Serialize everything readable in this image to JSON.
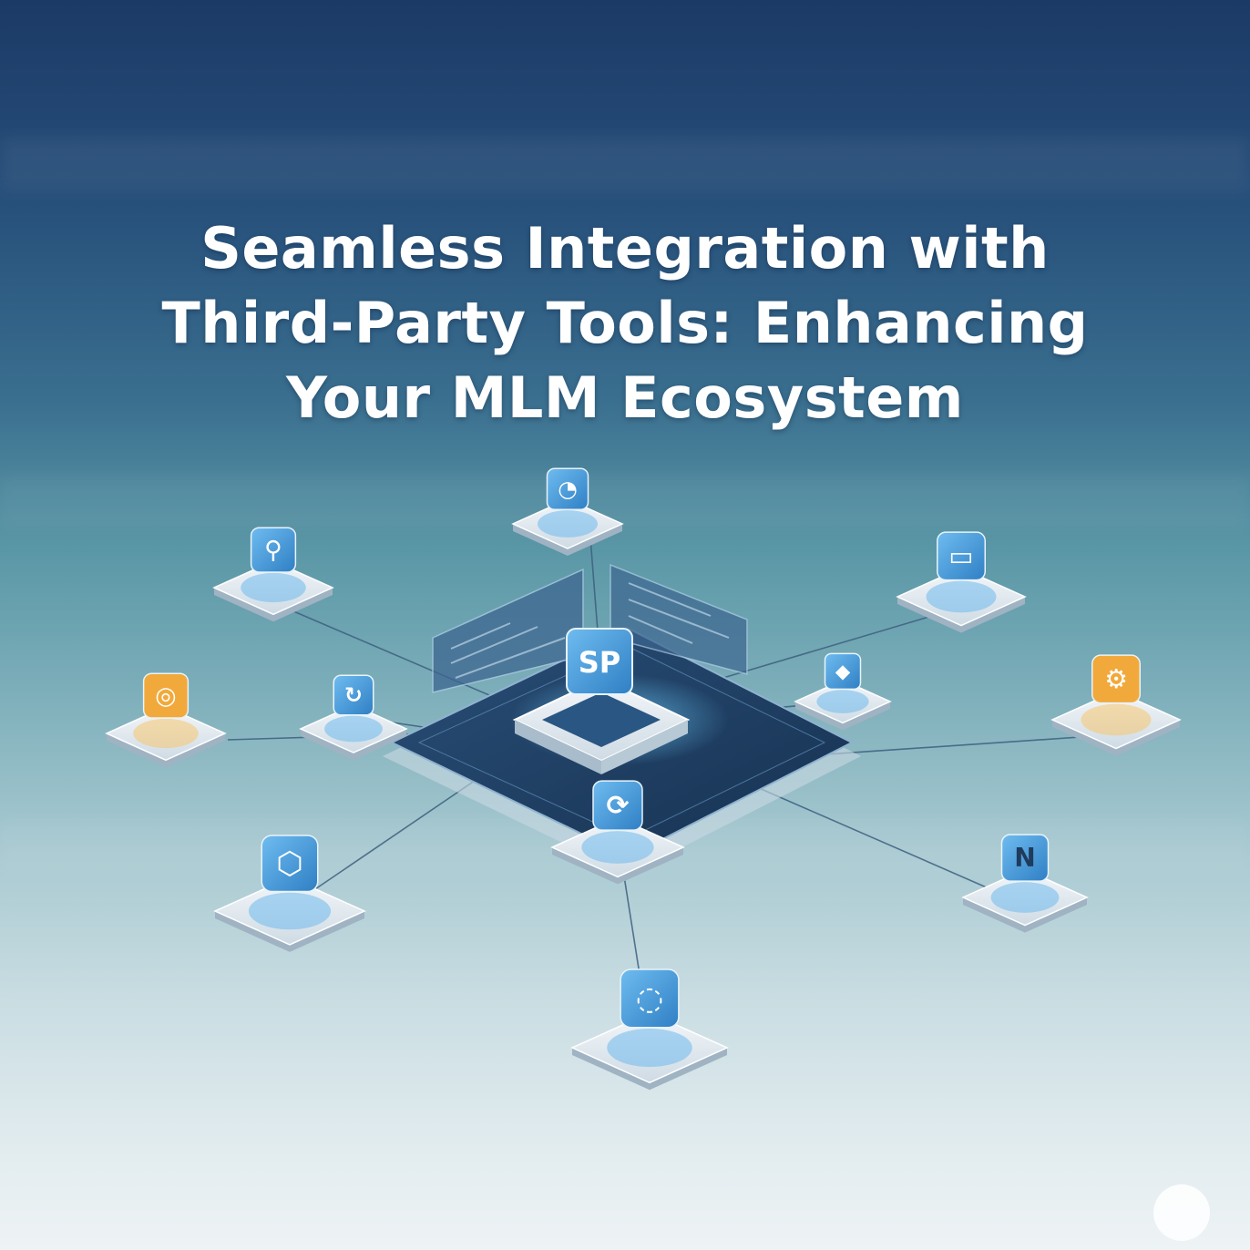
{
  "headline": {
    "line1": "Seamless Integration with",
    "line2": "Third-Party Tools: Enhancing",
    "line3": "Your MLM Ecosystem"
  },
  "hub": {
    "logo_text": "SP",
    "icon": "hub-logo-icon"
  },
  "nodes": [
    {
      "name": "headset-tool-node",
      "icon": "headset-icon",
      "glyph": "◔"
    },
    {
      "name": "desktop-tool-node",
      "icon": "monitor-icon",
      "glyph": "▭"
    },
    {
      "name": "key-tool-node",
      "icon": "key-icon",
      "glyph": "⚲"
    },
    {
      "name": "chart-tool-node",
      "icon": "chart-icon",
      "glyph": "◆"
    },
    {
      "name": "settings-tool-node",
      "icon": "gear-icon",
      "glyph": "⚙"
    },
    {
      "name": "target-tool-node",
      "icon": "target-icon",
      "glyph": "◎"
    },
    {
      "name": "sync-tool-node",
      "icon": "sync-icon",
      "glyph": "↻"
    },
    {
      "name": "refresh-tool-node",
      "icon": "refresh-icon",
      "glyph": "⟳"
    },
    {
      "name": "shield-tool-node",
      "icon": "shield-icon",
      "glyph": "⬡"
    },
    {
      "name": "n-brand-tool-node",
      "icon": "n-brand-icon",
      "glyph": "N"
    },
    {
      "name": "loop-tool-node",
      "icon": "loop-icon",
      "glyph": "◌"
    }
  ],
  "colors": {
    "accent_blue": "#4da3e6",
    "accent_orange": "#f2a93b",
    "tile_top": "#e8eef3",
    "panel_dark": "#1f3b5c"
  }
}
